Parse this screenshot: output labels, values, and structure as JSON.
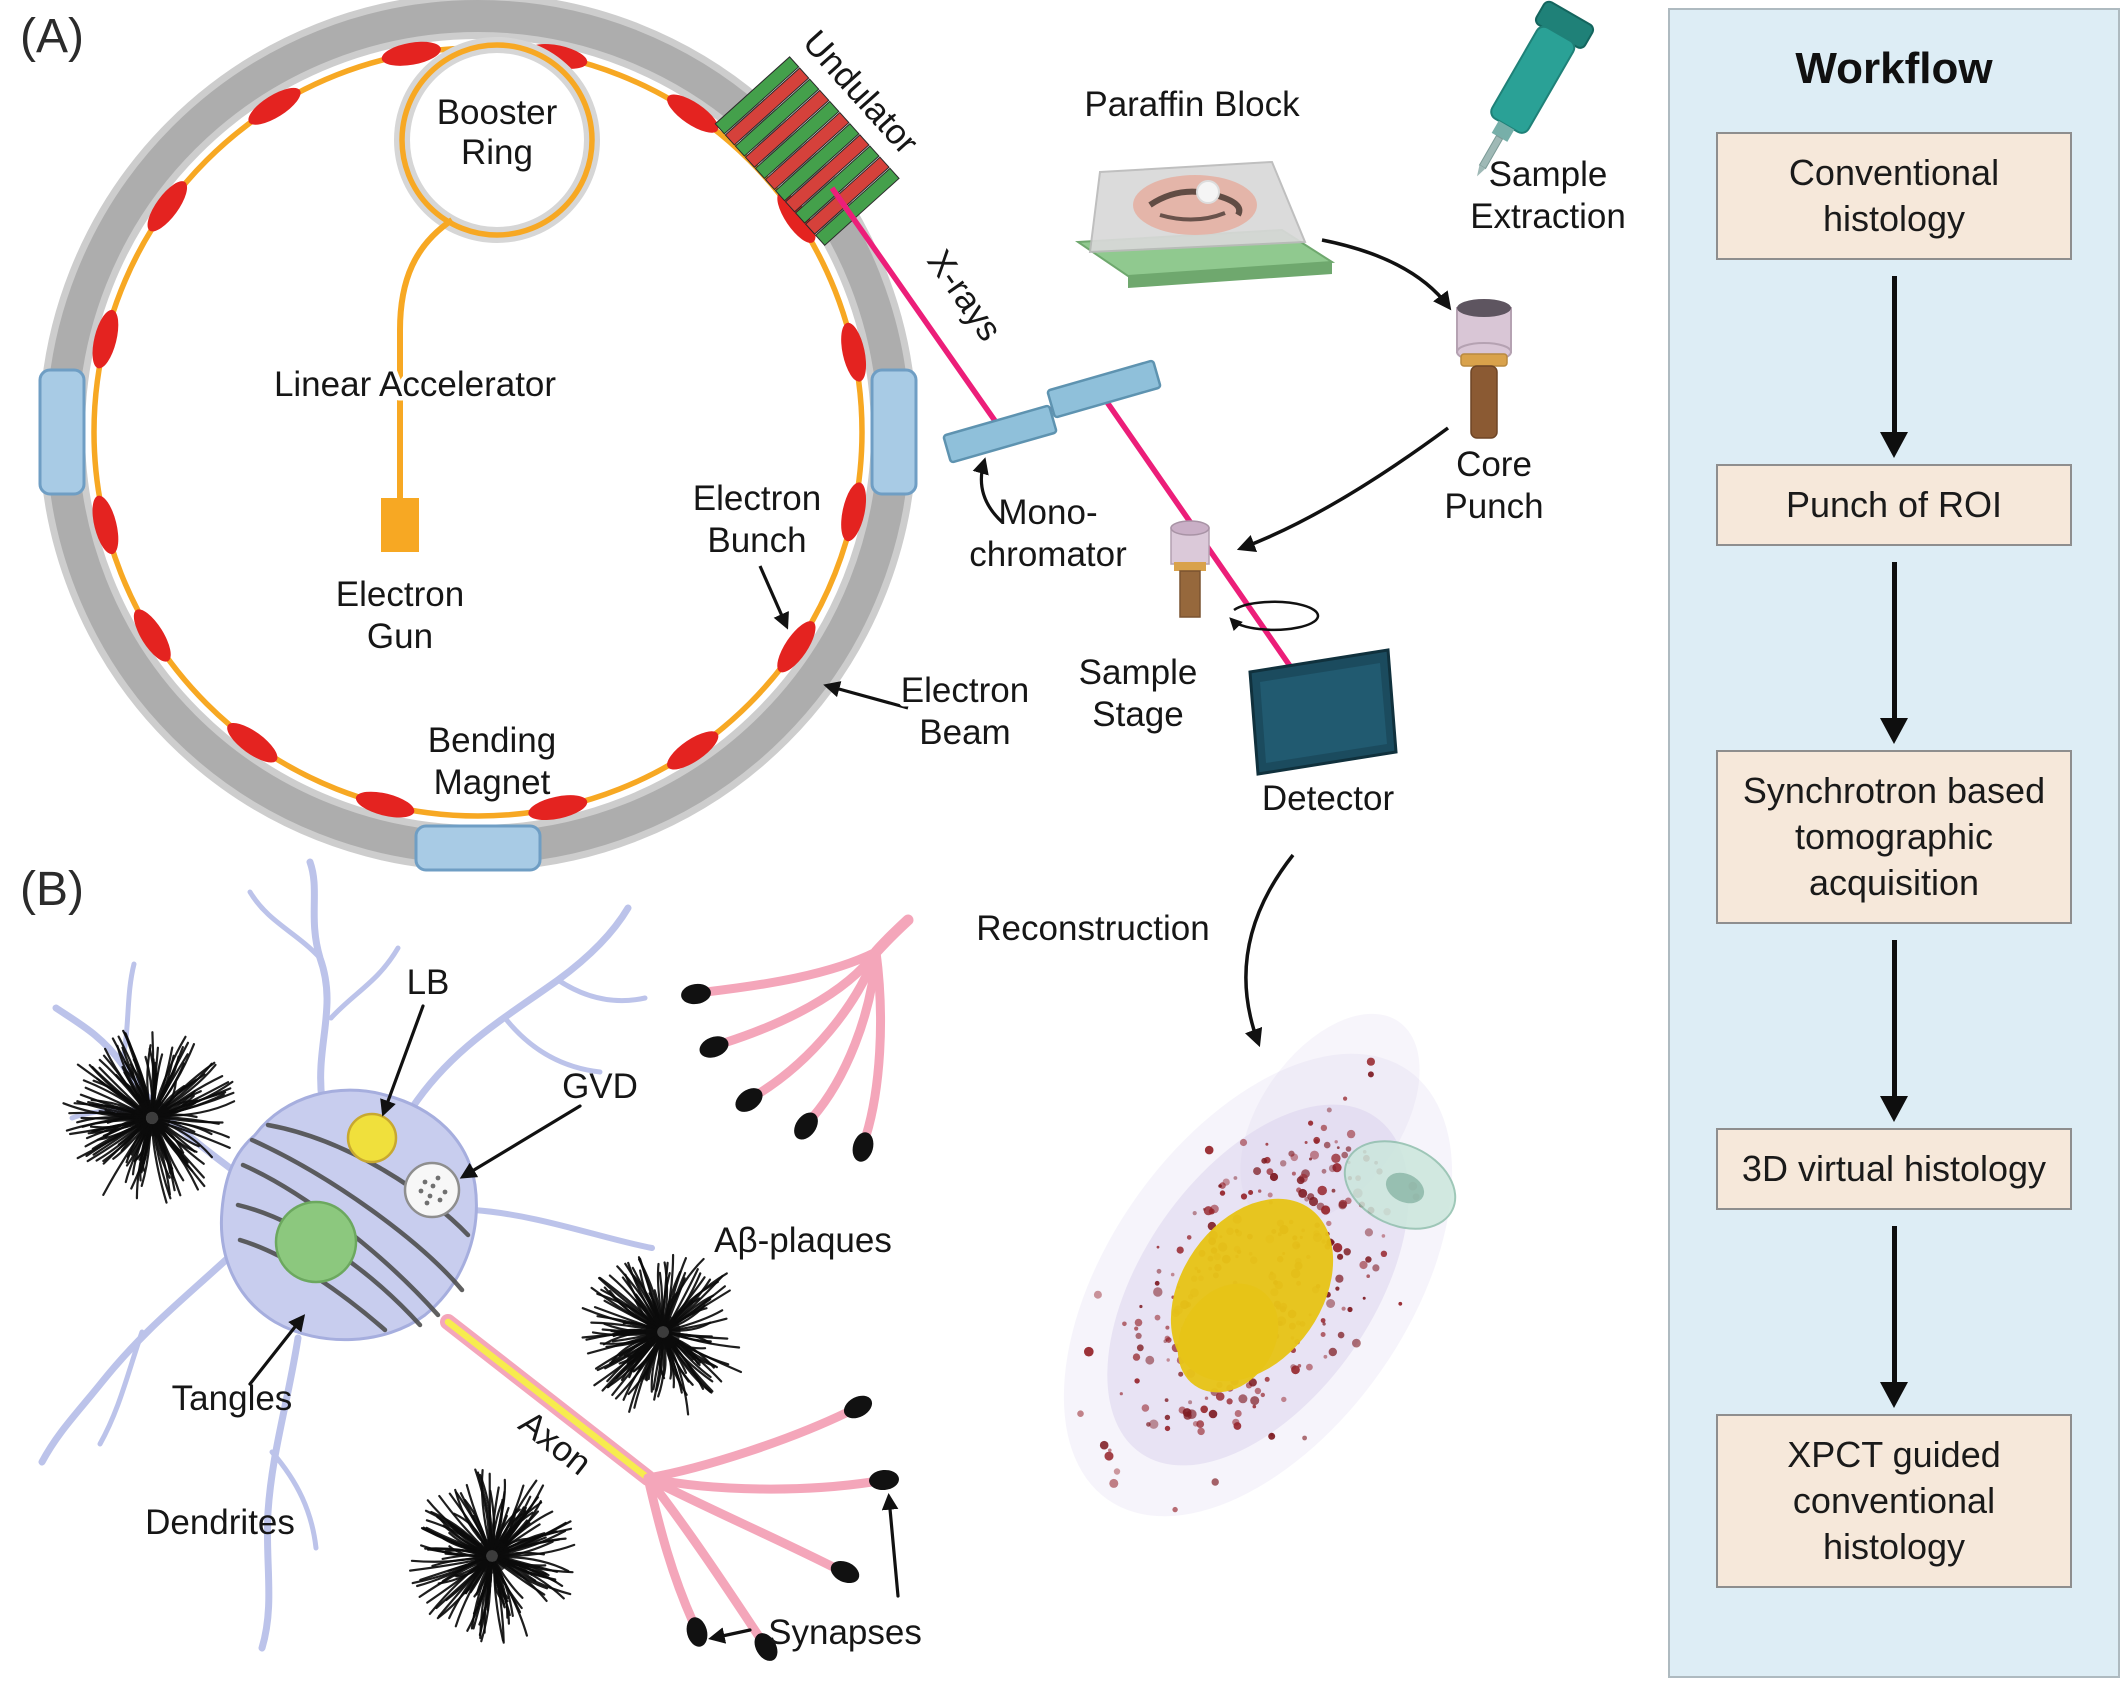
{
  "panels": {
    "a_label": "(A)",
    "b_label": "(B)"
  },
  "synchrotron": {
    "booster_ring": [
      "Booster",
      "Ring"
    ],
    "linear_accelerator": "Linear Accelerator",
    "electron_gun": [
      "Electron",
      "Gun"
    ],
    "electron_bunch": [
      "Electron",
      "Bunch"
    ],
    "electron_beam": [
      "Electron",
      "Beam"
    ],
    "bending_magnet": [
      "Bending",
      "Magnet"
    ],
    "undulator": "Undulator",
    "x_rays": "X-rays",
    "monochromator": [
      "Mono-",
      "chromator"
    ],
    "sample_stage": [
      "Sample",
      "Stage"
    ],
    "detector": "Detector"
  },
  "sample_prep": {
    "paraffin_block": "Paraffin Block",
    "sample_extraction": [
      "Sample",
      "Extraction"
    ],
    "core_punch": [
      "Core",
      "Punch"
    ]
  },
  "reconstruction": {
    "label": "Reconstruction"
  },
  "neuron": {
    "lb": "LB",
    "gvd": "GVD",
    "tangles": "Tangles",
    "dendrites": "Dendrites",
    "axon": "Axon",
    "ab_plaques": "Aβ-plaques",
    "synapses": "Synapses"
  },
  "workflow": {
    "title": "Workflow",
    "steps": [
      "Conventional histology",
      "Punch of ROI",
      "Synchrotron based tomographic acquisition",
      "3D virtual histology",
      "XPCT guided conventional histology"
    ]
  },
  "colors": {
    "ring_orange": "#F7A823",
    "electron_bunch_red": "#E42320",
    "magnet_blue": "#A8CBE5",
    "beam_pink": "#EC1E79",
    "undulator_green": "#44A04B",
    "undulator_red": "#D5413B",
    "detector_teal": "#1B4B5E",
    "punch_teal": "#2AA196",
    "neuron_body": "#C8CDEE",
    "nucleus_green": "#8CC87E",
    "lb_yellow": "#F0E03C",
    "axon_yellow": "#F7EC4E",
    "synapse_pink": "#F4A6BA",
    "workflow_bg": "#DDEDF5",
    "workflow_box": "#F6E8DA"
  }
}
